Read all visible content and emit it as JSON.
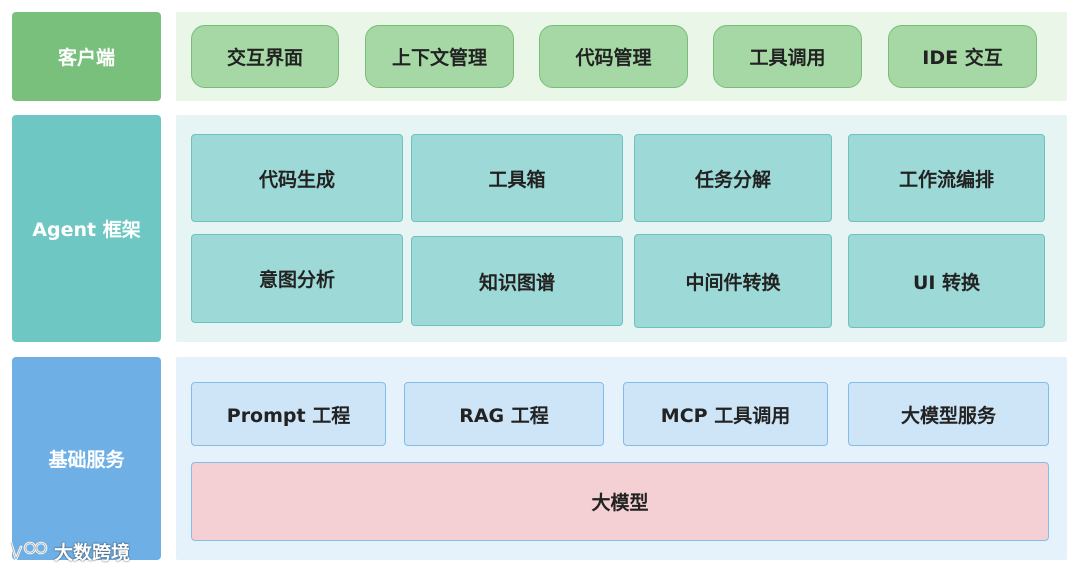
{
  "layers": {
    "client": {
      "label": "客户端",
      "items": [
        "交互界面",
        "上下文管理",
        "代码管理",
        "工具调用",
        "IDE 交互"
      ]
    },
    "agent": {
      "label": "Agent 框架",
      "items": [
        "代码生成",
        "工具箱",
        "任务分解",
        "工作流编排",
        "意图分析",
        "知识图谱",
        "中间件转换",
        "UI 转换"
      ]
    },
    "base": {
      "label": "基础服务",
      "items": [
        "Prompt 工程",
        "RAG 工程",
        "MCP 工具调用",
        "大模型服务"
      ],
      "foundation": "大模型"
    }
  },
  "watermark": {
    "text": "大数跨境",
    "icon": "logo-icon"
  },
  "colors": {
    "client_label": "#78c07b",
    "agent_label": "#6ec7c3",
    "base_label": "#6eb0e6",
    "llm_box": "#f4cfd3"
  }
}
